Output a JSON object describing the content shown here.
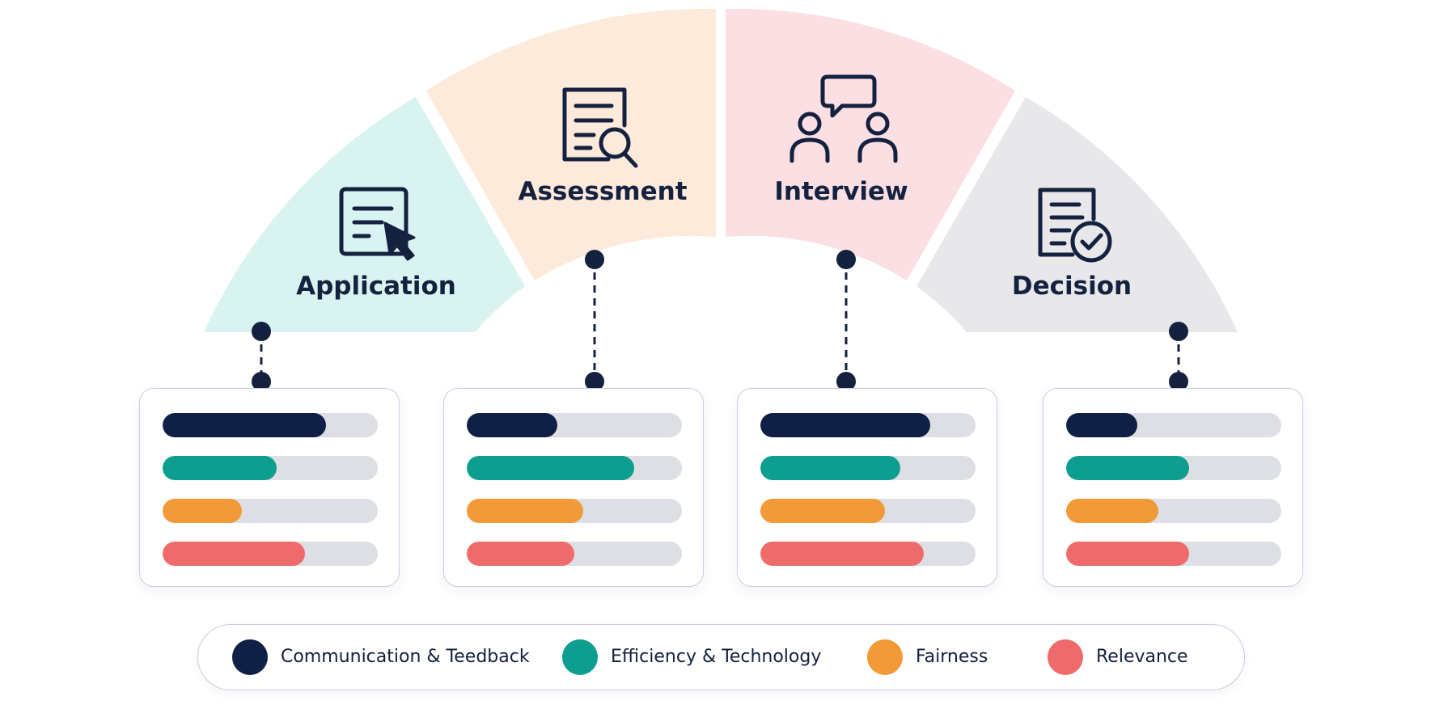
{
  "stages": [
    {
      "label": "Application",
      "icon": "form-cursor-icon",
      "color": "#d9f3f1"
    },
    {
      "label": "Assessment",
      "icon": "document-search-icon",
      "color": "#fdeadb"
    },
    {
      "label": "Interview",
      "icon": "people-chat-icon",
      "color": "#fbdfe3"
    },
    {
      "label": "Decision",
      "icon": "document-check-icon",
      "color": "#e8e8ea"
    }
  ],
  "metrics": [
    {
      "label": "Communication & Teedback",
      "color": "#0f1f45"
    },
    {
      "label": "Efficiency & Technology",
      "color": "#0d9e8f"
    },
    {
      "label": "Fairness",
      "color": "#f29a38"
    },
    {
      "label": "Relevance",
      "color": "#ef6b6b"
    }
  ],
  "scores": [
    [
      0.76,
      0.53,
      0.37,
      0.66
    ],
    [
      0.42,
      0.78,
      0.54,
      0.5
    ],
    [
      0.79,
      0.65,
      0.58,
      0.76
    ],
    [
      0.33,
      0.57,
      0.43,
      0.57
    ]
  ],
  "colors": {
    "ink": "#14213f",
    "track": "#dedfe4",
    "border": "#c9cce0"
  }
}
